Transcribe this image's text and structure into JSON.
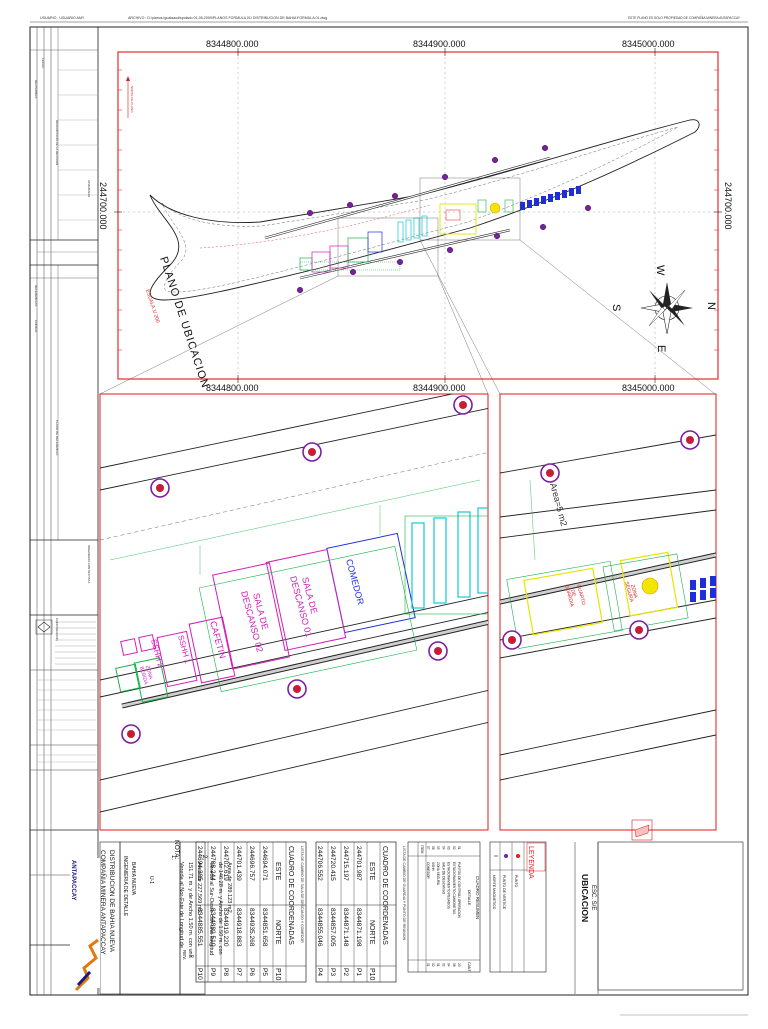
{
  "header": {
    "top_left": "USUARIO : USUARIO AMY",
    "top_file": "ARCHIVO : D:\\planos igualaaudispolado 01-05-2009\\PLANOS FORMULA 01\\ DISTRIBUCION DE BAHIA FORMULA 01.dwg",
    "top_right": "ESTE PLANO ES SOLO PROPIEDAD DE COMPAÑIA MINERA ANTAPACCAY"
  },
  "left_strip": {
    "revisiones": "REVISIONES",
    "fecha": "FECHA",
    "referencias": "REFERENCIAS",
    "codigo": "CODIGO",
    "plano_referencia": "PLANO DE REFERENCIA",
    "descripcion": "DESCRIPCION DE LA REVISION",
    "aprobado": "APROBADO"
  },
  "plan": {
    "title": "PLANO DE UBICACION",
    "scale": "ESCALA 1/ 200",
    "coords_top": [
      "8344800.000",
      "8344900.000",
      "8345000.000"
    ],
    "coords_bottom": [
      "8344800.000",
      "8344900.000",
      "8345000.000"
    ],
    "coord_left": "244700.000",
    "coord_right": "244700.000",
    "compass": {
      "n": "N",
      "s": "S",
      "e": "E",
      "w": "W"
    },
    "north_label": "NORTE DE PLANO"
  },
  "detail_left": {
    "comedor": "COMEDOR",
    "sala01_a": "SALA DE",
    "sala01_b": "DESCANSO 01",
    "sala02_a": "SALA DE",
    "sala02_b": "DESCANSO 02",
    "cafetin": "CAFETIN",
    "sshh1": "SSHH 1",
    "sshh2": "SSHH 2",
    "zona": "ZONA",
    "bebida": "BEBIDA"
  },
  "detail_right": {
    "area": "Area=5 m2",
    "cuarto_a": "CUARTO",
    "cuarto_b": "DE",
    "cuarto_c": "GUARDIA",
    "zona_a": "ZONA",
    "zona_b": "SEGURA"
  },
  "ubicacion": {
    "title": "UBICACION",
    "scale": "ESC. S/E"
  },
  "leyenda": {
    "title": "LEYENDA",
    "rows": [
      "PUNTO",
      "PUNTO DE VERTICE",
      "NORTE MAGNETICO"
    ]
  },
  "cuadro_resumen": {
    "title": "CUADRO RESUMEN",
    "col_item": "ITEM",
    "col_detalle": "DETALLE",
    "col_cant": "CANT.",
    "rows": [
      [
        "01",
        "PUNTOS DE CONTROL/ OPERACION",
        "20"
      ],
      [
        "02",
        "ESTACIONAMIENTO CAMIONETAS",
        "08"
      ],
      [
        "03",
        "ESTACIONAMIENTO PESADOS",
        "04"
      ],
      [
        "04",
        "SALA DE DESCANSO",
        "02"
      ],
      [
        "05",
        "ZONA SEGURA",
        "01"
      ],
      [
        "06",
        "SSHH",
        "02"
      ],
      [
        "07",
        "COMEDOR",
        "01"
      ]
    ]
  },
  "cuadro_p": {
    "title": "CUADRO DE COORDENADAS",
    "col_este": "ESTE",
    "col_norte": "NORTE",
    "col_p": "P10",
    "rows": [
      [
        "244701.987",
        "8344871.198",
        "P1"
      ],
      [
        "244715.197",
        "8344871.148",
        "P2"
      ],
      [
        "244720.415",
        "8344857.005",
        "P3"
      ],
      [
        "244706.552",
        "8344855.046",
        "P4"
      ]
    ],
    "note_label": "LISTA DE CAMBIO DE GUARDIA Y PUNTO DE REUNION"
  },
  "cuadro_q": {
    "title": "CUADRO DE COORDENADAS",
    "note_label": "LISTA DE CAMBIO DE SALA DE DESCANSO Y COMEDOR",
    "col_este": "ESTE",
    "col_norte": "NORTE",
    "col_p": "P10",
    "rows": [
      [
        "244694.071",
        "8344851.658",
        "P5"
      ],
      [
        "244696.757",
        "8344935.268",
        "P6"
      ],
      [
        "244701.439",
        "8344918.883",
        "P7"
      ],
      [
        "244702.619",
        "8344919.220",
        "P8"
      ],
      [
        "244708.244",
        "8344889.510",
        "P9"
      ],
      [
        "244694.385",
        "8344885.551",
        "P10"
      ]
    ]
  },
  "nota": {
    "title": "NOTA:",
    "n1_num": "1.",
    "n1_a": "Vereda al Nor-Este de Longitud de",
    "n1_b": "151.71 m. y de Ancho 1.50 m. con una",
    "n1_c": "Area de 227.569 m2",
    "n2_num": "2.",
    "n2_a": "Vereda al Sur-Oeste con una longitud",
    "n2_b": "de 146.28 m. y Ancho de 1.50 m. con",
    "n2_c": "Area de 289.123 m2"
  },
  "title_block": {
    "company": "COMPAÑIA MINERA ANTAPACCAY",
    "project": "DISTRIBUCION DE BAHIA NUEVA",
    "sub1": "INGENIERIA DE DETALLE",
    "sub2": "BAHIA NUEVA",
    "sheet": "U-1",
    "rev_label": "REV.",
    "rev": "0",
    "logo": "ANTAPACCAY",
    "contractor": "INGENIERO CONTRATISTA",
    "supervisor": "CORPORACION"
  }
}
